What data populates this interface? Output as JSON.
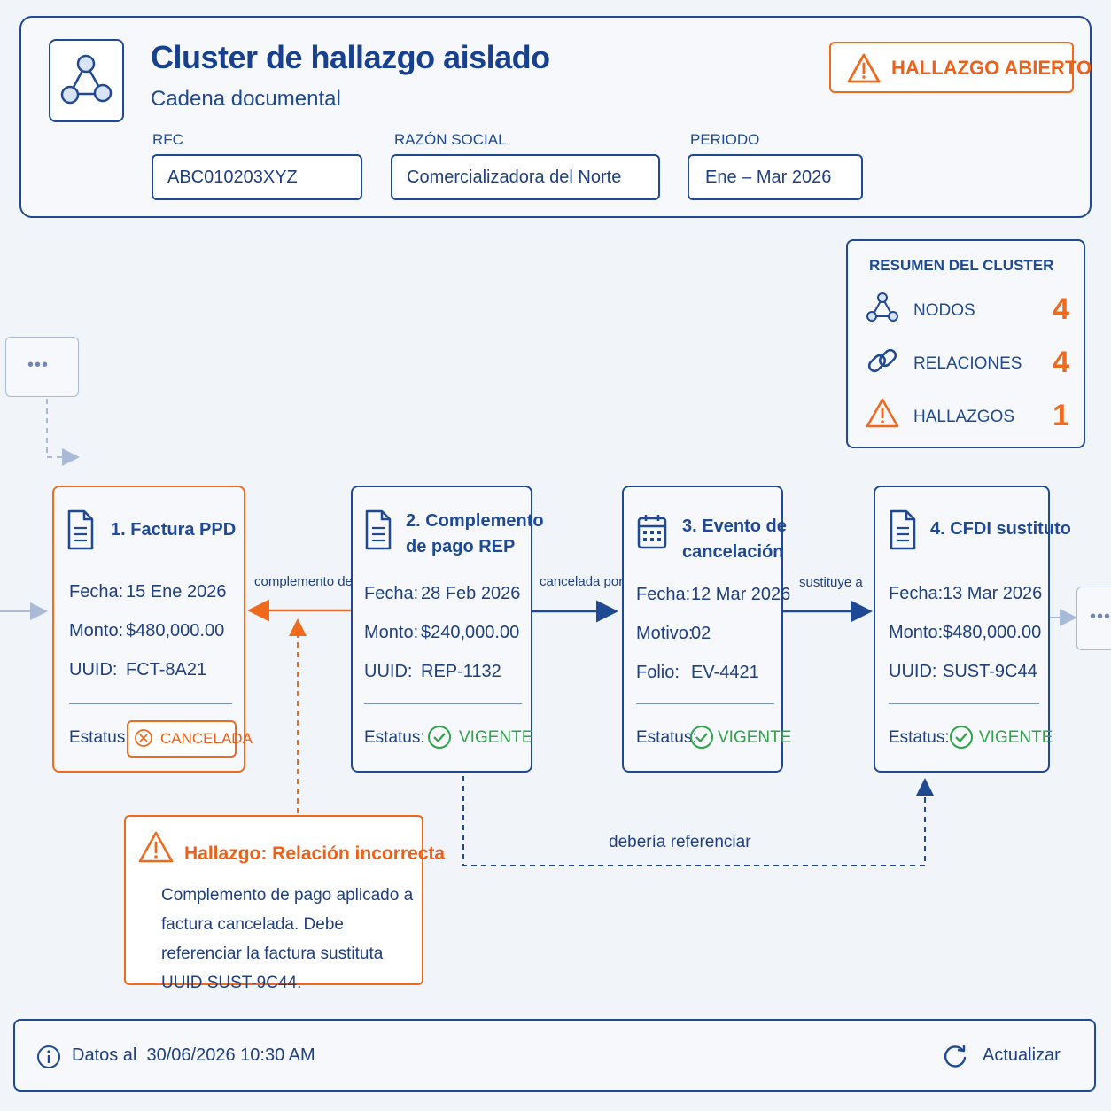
{
  "header": {
    "title": "Cluster de hallazgo aislado",
    "subtitle": "Cadena documental",
    "badge": "HALLAZGO ABIERTO",
    "fields": [
      {
        "label": "RFC",
        "value": "ABC010203XYZ"
      },
      {
        "label": "RAZÓN SOCIAL",
        "value": "Comercializadora del Norte"
      },
      {
        "label": "PERIODO",
        "value": "Ene – Mar 2026"
      }
    ]
  },
  "summary": {
    "title": "RESUMEN DEL CLUSTER",
    "items": [
      {
        "label": "NODOS",
        "value": "4",
        "icon": "graph-icon"
      },
      {
        "label": "RELACIONES",
        "value": "4",
        "icon": "link-icon"
      },
      {
        "label": "HALLAZGOS",
        "value": "1",
        "icon": "warning-icon"
      }
    ]
  },
  "nodes": [
    {
      "title": "1. Factura PPD",
      "rows": [
        {
          "k": "Fecha:",
          "v": "15 Ene 2026"
        },
        {
          "k": "Monto:",
          "v": "$480,000.00"
        },
        {
          "k": "UUID:",
          "v": "FCT-8A21"
        }
      ],
      "status_label": "Estatus:",
      "status": "CANCELADA"
    },
    {
      "title_line1": "2. Complemento",
      "title_line2": "de pago REP",
      "rows": [
        {
          "k": "Fecha:",
          "v": "28 Feb 2026"
        },
        {
          "k": "Monto:",
          "v": "$240,000.00"
        },
        {
          "k": "UUID:",
          "v": "REP-1132"
        }
      ],
      "status_label": "Estatus:",
      "status": "VIGENTE"
    },
    {
      "title_line1": "3. Evento de",
      "title_line2": "cancelación",
      "rows": [
        {
          "k": "Fecha:",
          "v": "12 Mar 2026"
        },
        {
          "k": "Motivo:",
          "v": "02"
        },
        {
          "k": "Folio:",
          "v": "EV-4421"
        }
      ],
      "status_label": "Estatus:",
      "status": "VIGENTE"
    },
    {
      "title": "4. CFDI sustituto",
      "rows": [
        {
          "k": "Fecha:",
          "v": "13 Mar 2026"
        },
        {
          "k": "Monto:",
          "v": "$480,000.00"
        },
        {
          "k": "UUID:",
          "v": "SUST-9C44"
        }
      ],
      "status_label": "Estatus:",
      "status": "VIGENTE"
    }
  ],
  "edges": {
    "e1": "complemento de",
    "e2": "cancelada por",
    "e3": "sustituye a",
    "e4": "debería referenciar"
  },
  "finding": {
    "title": "Hallazgo: Relación incorrecta",
    "body": "Complemento de pago aplicado a factura cancelada. Debe referenciar la factura sustituta UUID SUST-9C44."
  },
  "more_label": "•••",
  "footer": {
    "info": "Datos al  30/06/2026 10:30 AM",
    "refresh": "Actualizar"
  },
  "colors": {
    "primary": "#1f4a93",
    "alert": "#f06a1e",
    "ok": "#2fa24a"
  }
}
